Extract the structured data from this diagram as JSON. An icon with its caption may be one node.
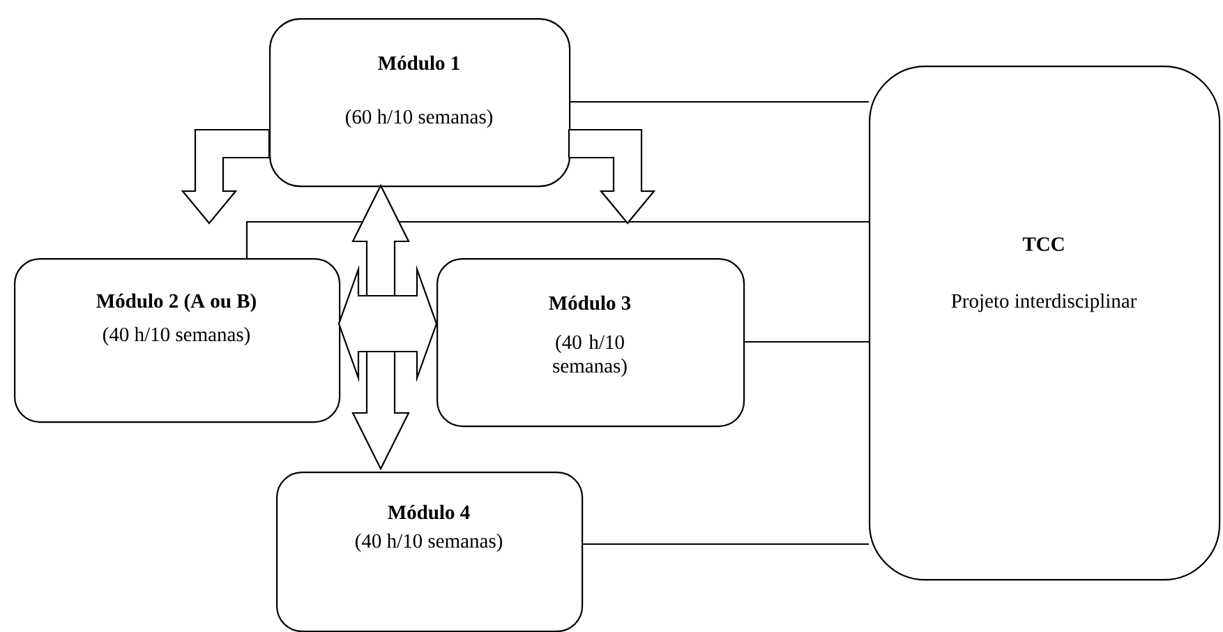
{
  "diagram": {
    "nodes": [
      {
        "text": [
          "Módulo 1",
          "(60 h/10 semanas)"
        ]
      },
      {
        "text": [
          "Módulo 2 (A ou B)",
          "(40 h/10 semanas)"
        ]
      },
      {
        "text": [
          "Módulo 3",
          "(40 h/10 semanas)"
        ]
      },
      {
        "text": [
          "Módulo 4",
          "(40 h/10 semanas)"
        ]
      },
      {
        "text": [
          "TCC",
          "Projeto interdisciplinar"
        ]
      }
    ],
    "edges": [
      {
        "from": 0,
        "to": 4,
        "arrow": "none"
      },
      {
        "from": 0,
        "to": 1,
        "arrow": "to"
      },
      {
        "from": 0,
        "to": 2,
        "arrow": "to"
      },
      {
        "from": 1,
        "to": 4,
        "arrow": "none"
      },
      {
        "from": 0,
        "to": 3,
        "arrow": "both"
      },
      {
        "from": 1,
        "to": 2,
        "arrow": "both"
      },
      {
        "from": 2,
        "to": 4,
        "arrow": "none"
      },
      {
        "from": 3,
        "to": 4,
        "arrow": "none"
      }
    ]
  }
}
